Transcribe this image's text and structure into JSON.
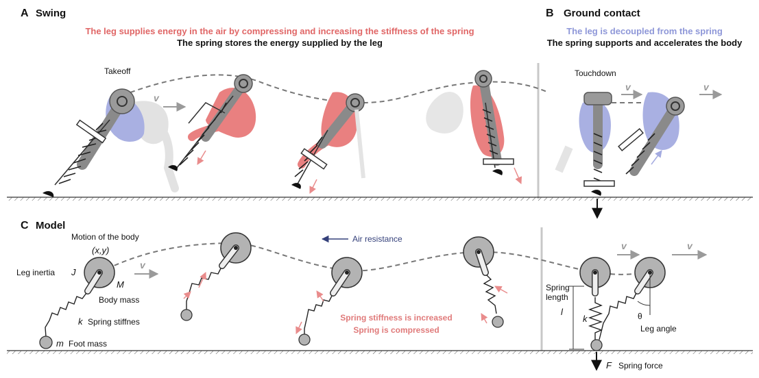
{
  "panel_a": {
    "letter": "A",
    "title": "Swing",
    "subtitle_red": "The leg supplies energy in the air by compressing and increasing the stiffness of the spring",
    "subtitle_black": "The spring stores the energy supplied by the leg",
    "takeoff_label": "Takeoff",
    "v_label": "v"
  },
  "panel_b": {
    "letter": "B",
    "title": "Ground contact",
    "subtitle_blue": "The leg is decoupled from the spring",
    "subtitle_black": "The spring supports and accelerates the body",
    "touchdown_label": "Touchdown",
    "v_label": "v"
  },
  "panel_c": {
    "letter": "C",
    "title": "Model",
    "motion_label": "Motion of the body",
    "xy_label": "(x,y)",
    "leg_inertia_label": "Leg inertia",
    "J_symbol": "J",
    "M_symbol": "M",
    "body_mass_label": "Body mass",
    "k_symbol": "k",
    "spring_stiffness_label": "Spring stiffnes",
    "m_symbol": "m",
    "foot_mass_label": "Foot mass",
    "air_resistance_label": "Air resistance",
    "spring_note_1": "Spring stiffness is increased",
    "spring_note_2": "Spring is compressed",
    "spring_length_1": "Spring",
    "spring_length_2": "length",
    "l_symbol": "l",
    "theta_symbol": "θ",
    "leg_angle_label": "Leg angle",
    "F_symbol": "F",
    "spring_force_label": "Spring force",
    "v_label": "v"
  },
  "colors": {
    "red": "#e06666",
    "blue": "#8e97d8",
    "gray_body": "#bdbdbd",
    "ghost": "#e0e0e0",
    "dashed": "#777777"
  }
}
